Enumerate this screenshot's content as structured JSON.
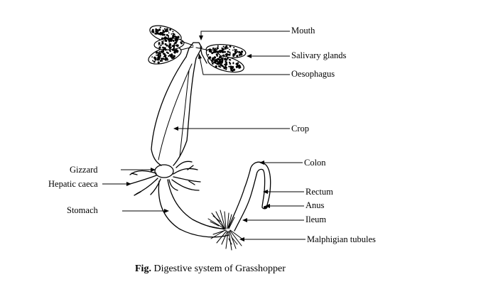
{
  "labels": {
    "mouth": "Mouth",
    "salivary_glands": "Salivary glands",
    "oesophagus": "Oesophagus",
    "crop": "Crop",
    "gizzard": "Gizzard",
    "hepatic_caeca": "Hepatic caeca",
    "stomach": "Stomach",
    "colon": "Colon",
    "rectum": "Rectum",
    "anus": "Anus",
    "ileum": "Ileum",
    "malpighian_tubules": "Malphigian tubules"
  },
  "caption": {
    "prefix": "Fig.",
    "text": " Digestive system of Grasshopper"
  }
}
